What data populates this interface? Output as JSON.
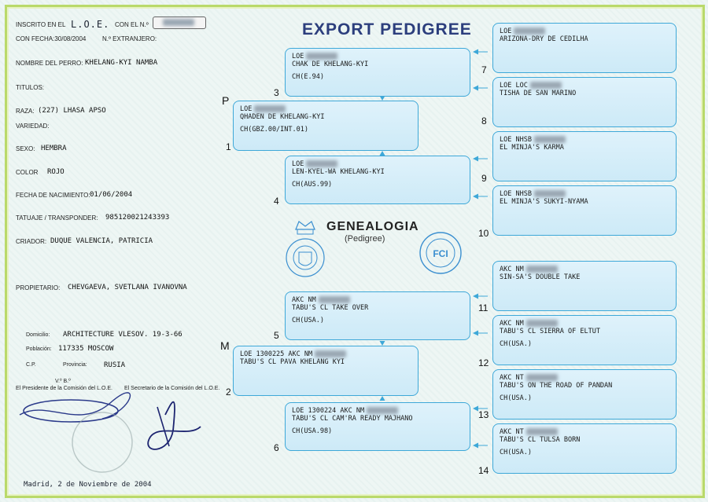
{
  "title": "EXPORT PEDIGREE",
  "genealogia": "GENEALOGIA",
  "pedigree_sub": "(Pedigree)",
  "fci": "FCI",
  "header": {
    "inscrito_label": "INSCRITO EN EL",
    "inscrito_value": "L.O.E.",
    "con_el_label": "CON EL N.º",
    "fecha_label": "CON FECHA:30/08/2004",
    "extranjero_label": "N.º EXTRANJERO:"
  },
  "fields": {
    "nombre_label": "NOMBRE DEL PERRO:",
    "nombre_value": "KHELANG-KYI NAMBA",
    "titulos_label": "TITULOS:",
    "raza_label": "RAZA:",
    "raza_value": "(227) LHASA APSO",
    "variedad_label": "VARIEDAD:",
    "sexo_label": "SEXO:",
    "sexo_value": "HEMBRA",
    "color_label": "COLOR",
    "color_value": "ROJO",
    "nacimiento_label": "FECHA DE NACIMIENTO:",
    "nacimiento_value": "01/06/2004",
    "tatuaje_label": "TATUAJE / TRANSPONDER:",
    "tatuaje_value": "985120021243393",
    "criador_label": "CRIADOR:",
    "criador_value": "DUQUE VALENCIA, PATRICIA",
    "propietario_label": "PROPIETARIO:",
    "propietario_value": "CHEVGAEVA, SVETLANA IVANOVNA",
    "domicilio_label": "Domicilio:",
    "domicilio_value": "ARCHITECTURE VLESOV. 19-3-66",
    "poblacion_label": "Población:",
    "poblacion_value": "117335 MOSCOW",
    "cp_label": "C.P.",
    "provincia_label": "Provincia:",
    "provincia_value": "RUSIA"
  },
  "signatures": {
    "vb": "V.º B.º",
    "presidente": "El Presidente de la Comisión del L.O.E.",
    "secretario": "El Secretario de la Comisión del L.O.E."
  },
  "footer": "Madrid,  2 de Noviembre de 2004",
  "letters": {
    "p": "P",
    "m": "M"
  },
  "parents": [
    {
      "num": "1",
      "line1": "LOE",
      "line2": "QHADEN DE KHELANG-KYI",
      "line3": "CH(GBZ.00/INT.01)"
    },
    {
      "num": "2",
      "line1": "LOE 1300225   AKC NM",
      "line2": "TABU'S CL PAVA KHELANG KYI",
      "line3": ""
    }
  ],
  "grandparents": [
    {
      "num": "3",
      "line1": "LOE",
      "line2": "CHAK DE KHELANG-KYI",
      "line3": "CH(E.94)"
    },
    {
      "num": "4",
      "line1": "LOE",
      "line2": "LEN-KYEL-WA KHELANG-KYI",
      "line3": "CH(AUS.99)"
    },
    {
      "num": "5",
      "line1": "AKC NM",
      "line2": "TABU'S CL TAKE OVER",
      "line3": "CH(USA.)"
    },
    {
      "num": "6",
      "line1": "LOE 1300224   AKC NM",
      "line2": "TABU'S CL CAM'RA READY MAJHANO",
      "line3": "CH(USA.98)"
    }
  ],
  "great_grandparents": [
    {
      "num": "7",
      "line1": "LOE",
      "line2": "ARIZONA-DRY DE CEDILHA",
      "line3": ""
    },
    {
      "num": "8",
      "line1": "LOE           LOC",
      "line2": "TISHA DE SAN MARINO",
      "line3": ""
    },
    {
      "num": "9",
      "line1": "LOE           NHSB",
      "line2": "EL MINJA'S KARMA",
      "line3": ""
    },
    {
      "num": "10",
      "line1": "LOE           NHSB",
      "line2": "EL MINJA'S SUKYI-NYAMA",
      "line3": ""
    },
    {
      "num": "11",
      "line1": "AKC NM",
      "line2": "SIN-SA'S DOUBLE TAKE",
      "line3": ""
    },
    {
      "num": "12",
      "line1": "AKC NM",
      "line2": "TABU'S CL SIERRA OF ELTUT",
      "line3": "CH(USA.)"
    },
    {
      "num": "13",
      "line1": "AKC NT",
      "line2": "TABU'S ON THE ROAD OF PANDAN",
      "line3": "CH(USA.)"
    },
    {
      "num": "14",
      "line1": "AKC NT",
      "line2": "TABU'S CL TULSA BORN",
      "line3": "CH(USA.)"
    }
  ]
}
